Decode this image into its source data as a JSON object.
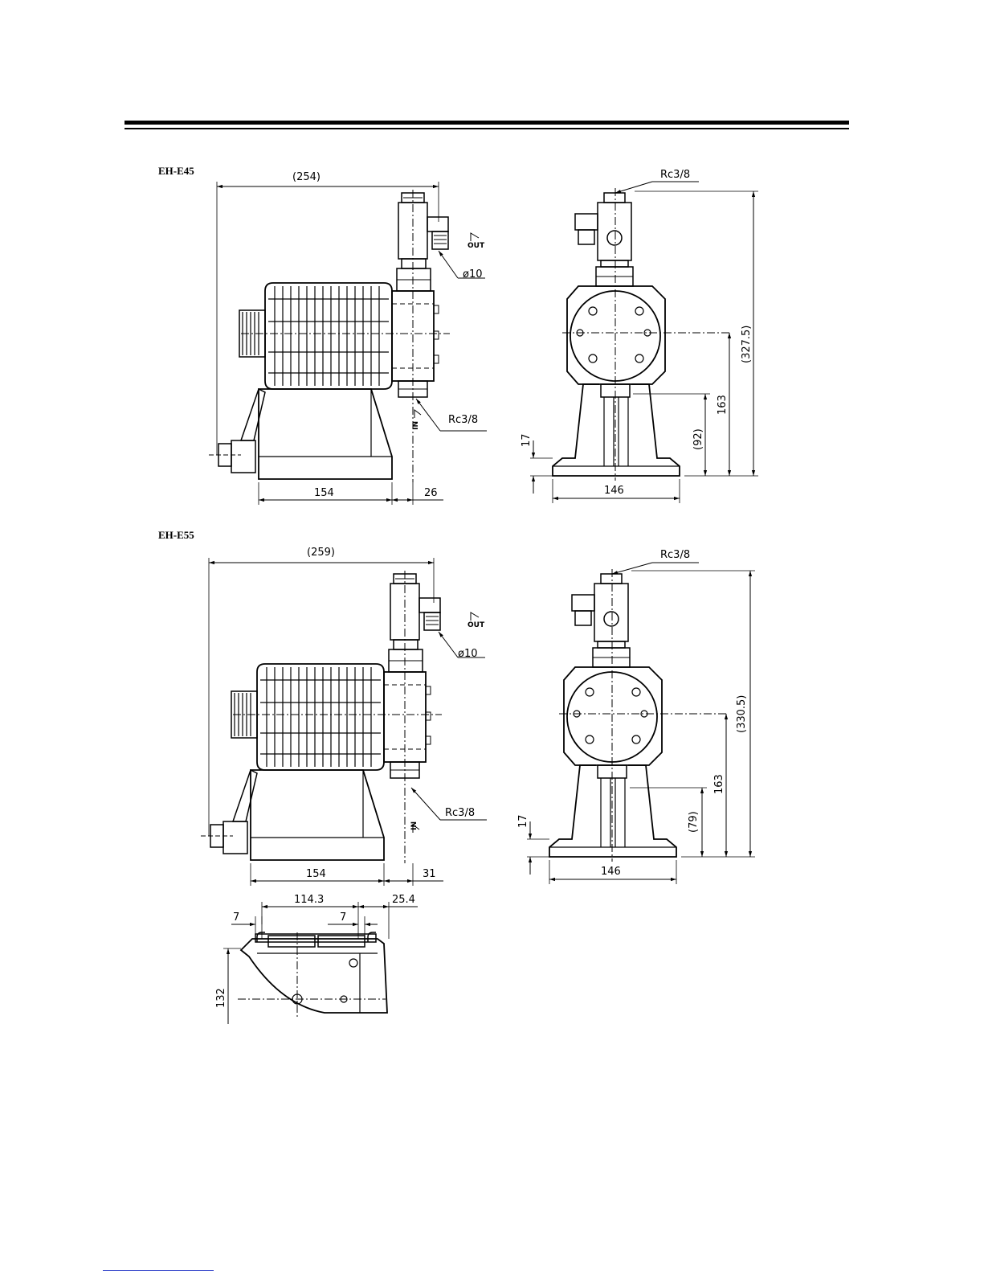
{
  "models": [
    {
      "name": "EH-E45",
      "overall_width": "(254)",
      "base_length": "154",
      "inlet_offset": "26",
      "outlet_thread": "Rc3/8",
      "inlet_thread": "Rc3/8",
      "tube_diameter": "ø10",
      "out_label": "OUT",
      "in_label": "IN",
      "overall_height": "(327.5)",
      "center_height": "163",
      "inlet_height": "(92)",
      "base_thickness": "17",
      "base_width": "146"
    },
    {
      "name": "EH-E55",
      "overall_width": "(259)",
      "base_length": "154",
      "inlet_offset": "31",
      "outlet_thread": "Rc3/8",
      "inlet_thread": "Rc3/8",
      "tube_diameter": "ø10",
      "out_label": "OUT",
      "in_label": "IN",
      "overall_height": "(330.5)",
      "center_height": "163",
      "inlet_height": "(79)",
      "base_thickness": "17",
      "base_width": "146"
    }
  ],
  "base_plan": {
    "hole_spacing": "114.3",
    "slot_left": "7",
    "slot_right": "7",
    "edge_offset": "25.4",
    "depth": "132"
  }
}
